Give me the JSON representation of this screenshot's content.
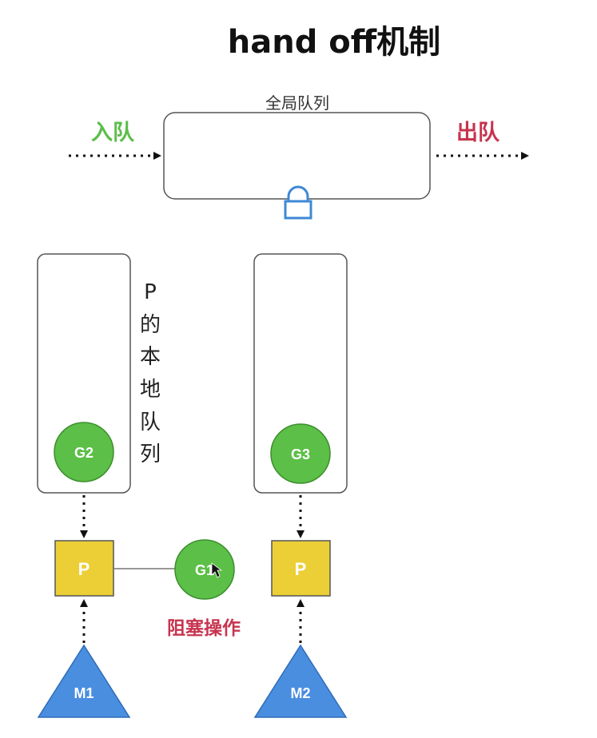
{
  "title": "hand off机制",
  "global_queue": {
    "label": "全局队列",
    "lock_icon": "lock-icon"
  },
  "enqueue_label": "入队",
  "dequeue_label": "出队",
  "local_queue_label": [
    "P",
    "的",
    "本",
    "地",
    "队",
    "列"
  ],
  "goroutines": {
    "g1": "G1",
    "g2": "G2",
    "g3": "G3"
  },
  "processors": {
    "p1": "P",
    "p2": "P"
  },
  "machines": {
    "m1": "M1",
    "m2": "M2"
  },
  "blocking_label": "阻塞操作",
  "colors": {
    "enqueue": "#5bbd4a",
    "dequeue": "#c7344f",
    "blocking": "#c7344f",
    "goroutine": "#5cbf47",
    "processor": "#eccf37",
    "machine": "#4a8ee0",
    "lock": "#3e88d6"
  }
}
